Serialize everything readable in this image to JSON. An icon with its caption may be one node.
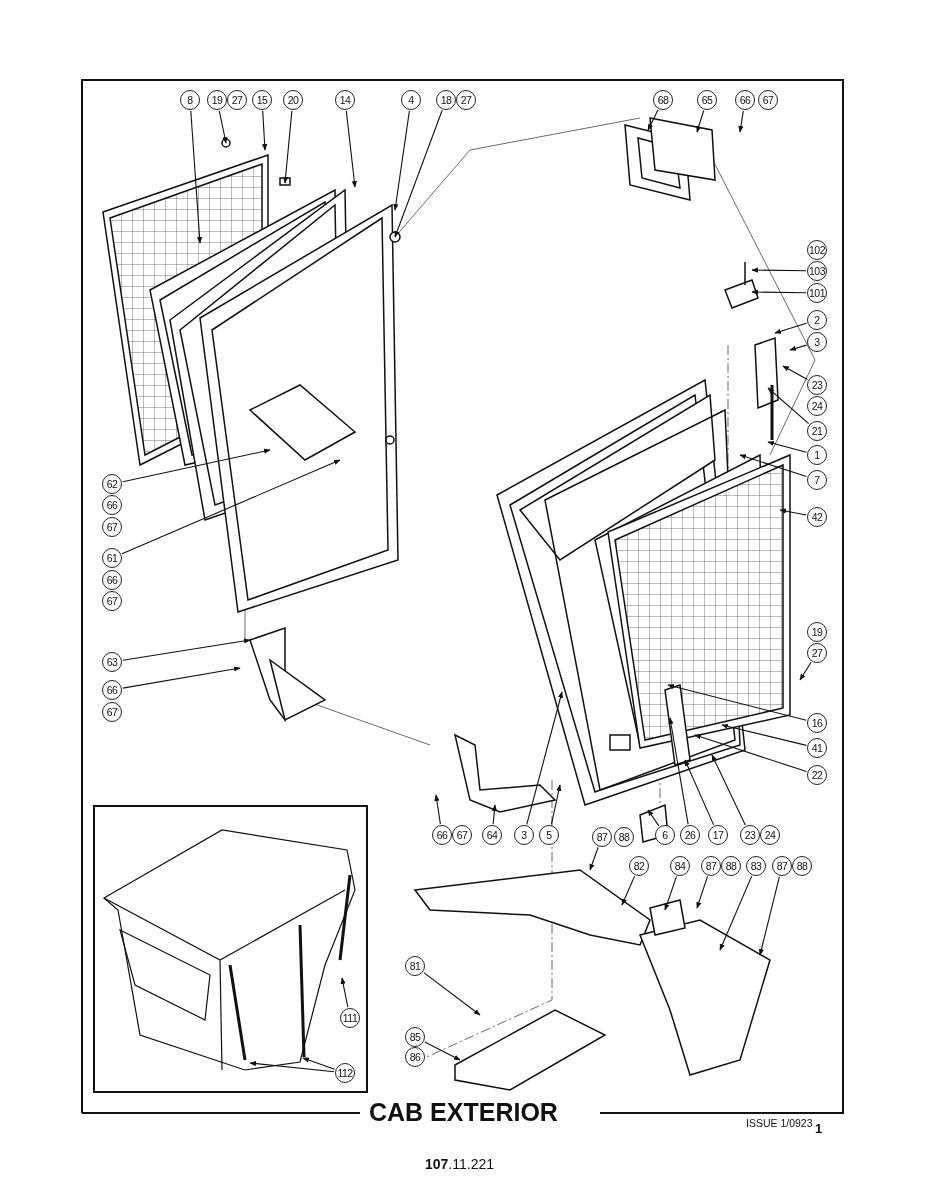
{
  "diagram": {
    "title": "CAB EXTERIOR",
    "nodes": [
      {
        "text": [
          "8"
        ]
      },
      {
        "text": [
          "19"
        ]
      },
      {
        "text": [
          "27"
        ]
      },
      {
        "text": [
          "15"
        ]
      },
      {
        "text": [
          "20"
        ]
      },
      {
        "text": [
          "14"
        ]
      },
      {
        "text": [
          "4"
        ]
      },
      {
        "text": [
          "18"
        ]
      },
      {
        "text": [
          "27"
        ]
      },
      {
        "text": [
          "68"
        ]
      },
      {
        "text": [
          "65"
        ]
      },
      {
        "text": [
          "66"
        ]
      },
      {
        "text": [
          "67"
        ]
      },
      {
        "text": [
          "102"
        ]
      },
      {
        "text": [
          "103"
        ]
      },
      {
        "text": [
          "101"
        ]
      },
      {
        "text": [
          "2"
        ]
      },
      {
        "text": [
          "3"
        ]
      },
      {
        "text": [
          "23"
        ]
      },
      {
        "text": [
          "24"
        ]
      },
      {
        "text": [
          "21"
        ]
      },
      {
        "text": [
          "1"
        ]
      },
      {
        "text": [
          "7"
        ]
      },
      {
        "text": [
          "42"
        ]
      },
      {
        "text": [
          "62"
        ]
      },
      {
        "text": [
          "66"
        ]
      },
      {
        "text": [
          "67"
        ]
      },
      {
        "text": [
          "61"
        ]
      },
      {
        "text": [
          "66"
        ]
      },
      {
        "text": [
          "67"
        ]
      },
      {
        "text": [
          "63"
        ]
      },
      {
        "text": [
          "66"
        ]
      },
      {
        "text": [
          "67"
        ]
      },
      {
        "text": [
          "19"
        ]
      },
      {
        "text": [
          "27"
        ]
      },
      {
        "text": [
          "16"
        ]
      },
      {
        "text": [
          "41"
        ]
      },
      {
        "text": [
          "22"
        ]
      },
      {
        "text": [
          "66"
        ]
      },
      {
        "text": [
          "67"
        ]
      },
      {
        "text": [
          "64"
        ]
      },
      {
        "text": [
          "3"
        ]
      },
      {
        "text": [
          "5"
        ]
      },
      {
        "text": [
          "6"
        ]
      },
      {
        "text": [
          "26"
        ]
      },
      {
        "text": [
          "17"
        ]
      },
      {
        "text": [
          "23"
        ]
      },
      {
        "text": [
          "24"
        ]
      },
      {
        "text": [
          "87"
        ]
      },
      {
        "text": [
          "88"
        ]
      },
      {
        "text": [
          "82"
        ]
      },
      {
        "text": [
          "84"
        ]
      },
      {
        "text": [
          "87"
        ]
      },
      {
        "text": [
          "88"
        ]
      },
      {
        "text": [
          "83"
        ]
      },
      {
        "text": [
          "87"
        ]
      },
      {
        "text": [
          "88"
        ]
      },
      {
        "text": [
          "81"
        ]
      },
      {
        "text": [
          "85"
        ]
      },
      {
        "text": [
          "86"
        ]
      },
      {
        "text": [
          "111"
        ]
      },
      {
        "text": [
          "112"
        ]
      }
    ],
    "edges": [
      {
        "from": 0,
        "to": null,
        "arrow": "to"
      },
      {
        "from": 1,
        "to": null,
        "arrow": "to"
      },
      {
        "from": 3,
        "to": null,
        "arrow": "to"
      },
      {
        "from": 4,
        "to": null,
        "arrow": "to"
      },
      {
        "from": 5,
        "to": null,
        "arrow": "to"
      },
      {
        "from": 6,
        "to": null,
        "arrow": "to"
      },
      {
        "from": 7,
        "to": null,
        "arrow": "to"
      },
      {
        "from": 9,
        "to": null,
        "arrow": "to"
      },
      {
        "from": 10,
        "to": null,
        "arrow": "to"
      },
      {
        "from": 11,
        "to": null,
        "arrow": "to"
      },
      {
        "from": 14,
        "to": null,
        "arrow": "to"
      },
      {
        "from": 15,
        "to": null,
        "arrow": "to"
      },
      {
        "from": 16,
        "to": null,
        "arrow": "to"
      },
      {
        "from": 17,
        "to": null,
        "arrow": "to"
      },
      {
        "from": 18,
        "to": null,
        "arrow": "to"
      },
      {
        "from": 20,
        "to": null,
        "arrow": "to"
      },
      {
        "from": 21,
        "to": null,
        "arrow": "to"
      },
      {
        "from": 22,
        "to": null,
        "arrow": "to"
      },
      {
        "from": 23,
        "to": null,
        "arrow": "to"
      },
      {
        "from": 24,
        "to": null,
        "arrow": "to"
      },
      {
        "from": 27,
        "to": null,
        "arrow": "to"
      },
      {
        "from": 30,
        "to": null,
        "arrow": "to"
      },
      {
        "from": 31,
        "to": null,
        "arrow": "to"
      },
      {
        "from": 34,
        "to": null,
        "arrow": "to"
      },
      {
        "from": 35,
        "to": null,
        "arrow": "to"
      },
      {
        "from": 36,
        "to": null,
        "arrow": "to"
      },
      {
        "from": 37,
        "to": null,
        "arrow": "to"
      },
      {
        "from": 38,
        "to": null,
        "arrow": "to"
      },
      {
        "from": 40,
        "to": null,
        "arrow": "to"
      },
      {
        "from": 41,
        "to": null,
        "arrow": "to"
      },
      {
        "from": 42,
        "to": null,
        "arrow": "to"
      },
      {
        "from": 43,
        "to": null,
        "arrow": "to"
      },
      {
        "from": 44,
        "to": null,
        "arrow": "to"
      },
      {
        "from": 45,
        "to": null,
        "arrow": "to"
      },
      {
        "from": 46,
        "to": null,
        "arrow": "to"
      },
      {
        "from": 48,
        "to": null,
        "arrow": "to"
      },
      {
        "from": 50,
        "to": null,
        "arrow": "to"
      },
      {
        "from": 51,
        "to": null,
        "arrow": "to"
      },
      {
        "from": 52,
        "to": null,
        "arrow": "to"
      },
      {
        "from": 54,
        "to": null,
        "arrow": "to"
      },
      {
        "from": 55,
        "to": null,
        "arrow": "to"
      },
      {
        "from": 57,
        "to": null,
        "arrow": "to"
      },
      {
        "from": 58,
        "to": null,
        "arrow": "to"
      },
      {
        "from": 60,
        "to": null,
        "arrow": "to"
      },
      {
        "from": 61,
        "to": null,
        "arrow": "to"
      },
      {
        "from": 61,
        "to": null,
        "arrow": "to"
      }
    ],
    "labels": [
      "ISSUE 1/0923",
      "1",
      "**107**.11.221"
    ]
  }
}
